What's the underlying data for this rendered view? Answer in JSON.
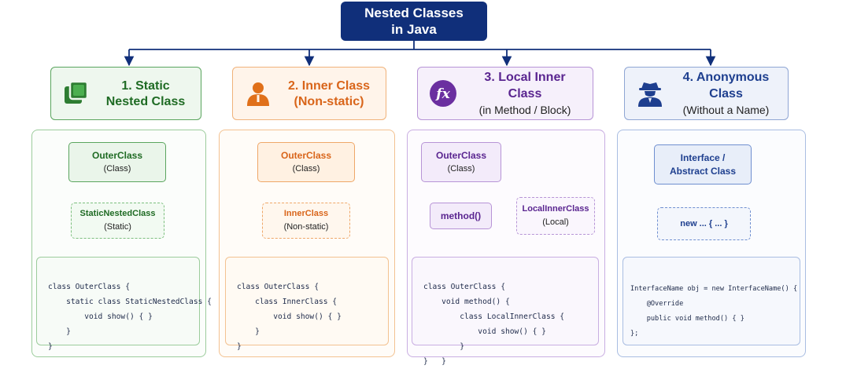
{
  "title": "Nested Classes\nin Java",
  "colors": {
    "navy": "#102f7a",
    "green": "#2e7d32",
    "orange": "#e0701a",
    "purple": "#6b2fa0",
    "blue": "#1e3f8f"
  },
  "columns": [
    {
      "heading_line1": "1. Static",
      "heading_line2": "Nested Class",
      "icon": "stacked-squares-icon",
      "outer_name": "OuterClass",
      "outer_note": "(Class)",
      "inner_name": "StaticNestedClass",
      "inner_note": "(Static)",
      "code": [
        "class OuterClass {",
        "    static class StaticNestedClass {",
        "        void show() { }",
        "    }",
        "",
        "}"
      ]
    },
    {
      "heading_line1": "2. Inner Class",
      "heading_line2": "(Non-static)",
      "icon": "person-icon",
      "outer_name": "OuterClass",
      "outer_note": "(Class)",
      "inner_name": "InnerClass",
      "inner_note": "(Non-static)",
      "code": [
        "class OuterClass {",
        "    class InnerClass {",
        "        void show() { }",
        "    }",
        "",
        "}"
      ]
    },
    {
      "heading_line1": "3. Local Inner Class",
      "heading_line2": "(in Method / Block)",
      "icon": "fx-function-icon",
      "outer_name": "OuterClass",
      "outer_note": "(Class)",
      "method_name": "method()",
      "inner_name": "LocalInnerClass",
      "inner_note": "(Local)",
      "code": [
        "class OuterClass {",
        "    void method() {",
        "        class LocalInnerClass {",
        "            void show() { }",
        "        }",
        "}   }"
      ]
    },
    {
      "heading_line1": "4. Anonymous Class",
      "heading_line2": "(Without a Name)",
      "icon": "incognito-agent-icon",
      "outer_name": "Interface /",
      "outer_note": "Abstract Class",
      "inner_name": "new ... { ... }",
      "code": [
        "InterfaceName obj = new InterfaceName() {",
        "    @Override",
        "    public void method() { }",
        "};"
      ]
    }
  ]
}
